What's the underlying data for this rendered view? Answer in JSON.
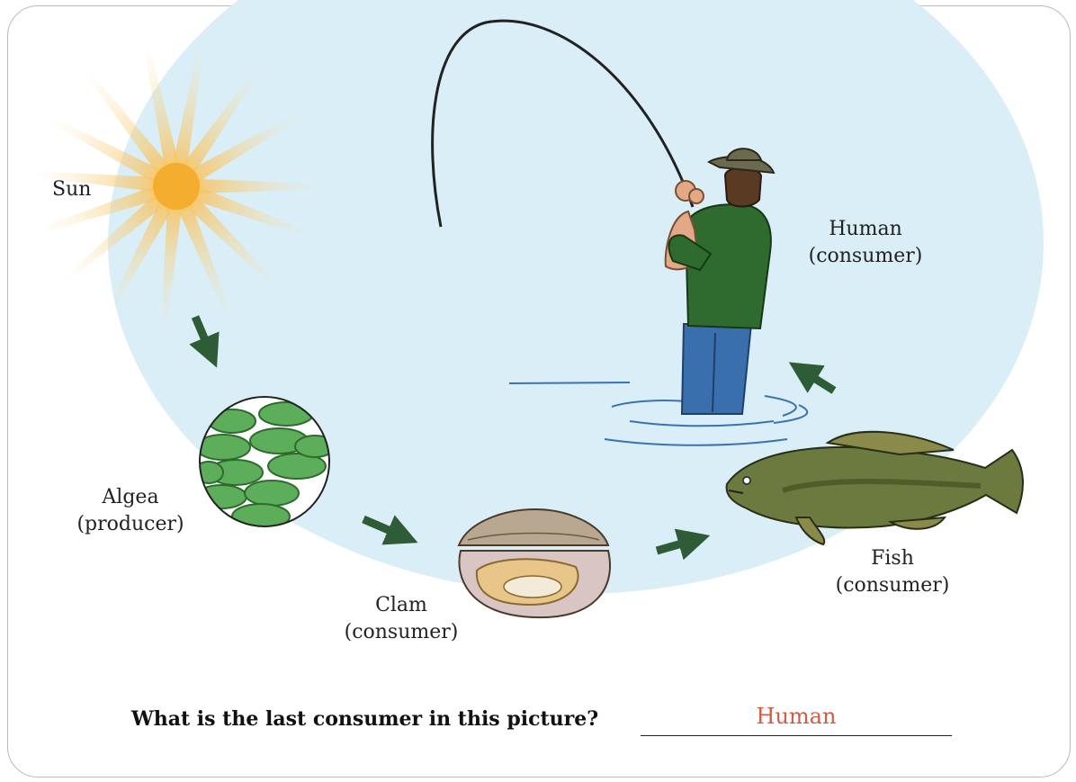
{
  "labels": {
    "sun": "Sun",
    "algea_name": "Algea",
    "algea_role": "(producer)",
    "clam_name": "Clam",
    "clam_role": "(consumer)",
    "fish_name": "Fish",
    "fish_role": "(consumer)",
    "human_name": "Human",
    "human_role": "(consumer)"
  },
  "question": {
    "text": "What is the last consumer in this picture?",
    "answer": "Human"
  },
  "colors": {
    "water": "#d9eef6",
    "arrow": "#2e5c36",
    "answer": "#d35a45",
    "sun": "#f6b43a"
  }
}
